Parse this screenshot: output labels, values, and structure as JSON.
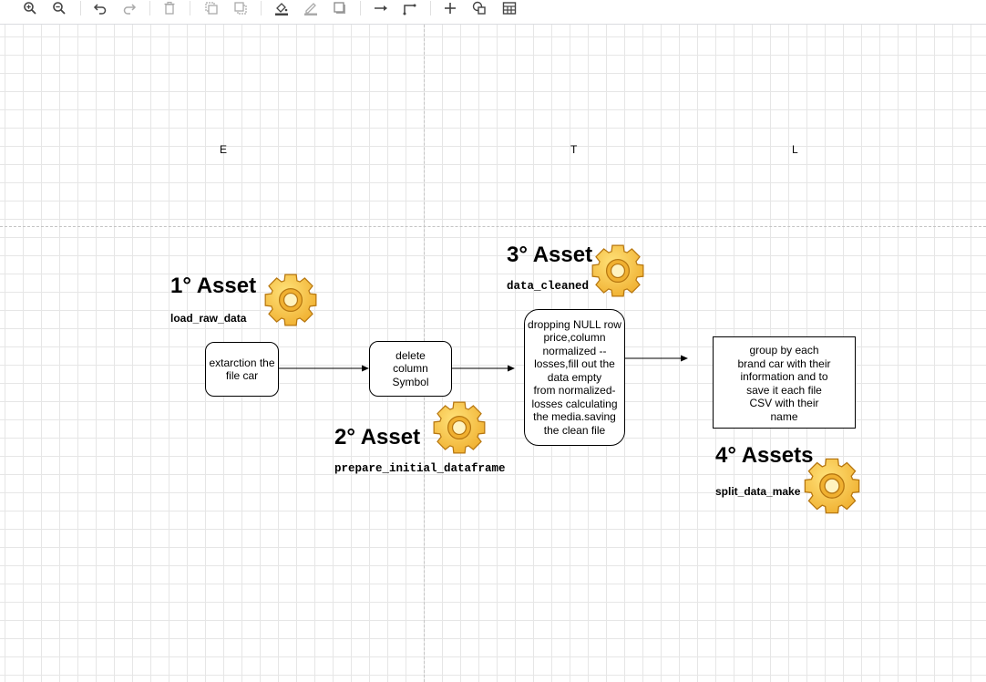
{
  "toolbar": {
    "icons": [
      "zoom-in-icon",
      "zoom-out-icon",
      "undo-icon",
      "redo-icon",
      "delete-icon",
      "to-front-icon",
      "to-back-icon",
      "fill-color-icon",
      "line-color-icon",
      "shadow-icon",
      "connection-icon",
      "waypoints-icon",
      "insert-icon",
      "shapes-icon",
      "table-icon"
    ]
  },
  "lanes": {
    "e": "E",
    "t": "T",
    "l": "L"
  },
  "assets": {
    "a1": {
      "title": "1° Asset",
      "fn": "load_raw_data"
    },
    "a2": {
      "title": "2° Asset",
      "fn": "prepare_initial_dataframe"
    },
    "a3": {
      "title": "3° Asset",
      "fn": "data_cleaned"
    },
    "a4": {
      "title": "4° Assets",
      "fn": "split_data_make"
    }
  },
  "boxes": {
    "b1": "extarction the\nfile car",
    "b2": "delete\ncolumn\nSymbol",
    "b3": "dropping NULL row\nprice,column\nnormalized --\nlosses,fill out the\ndata empty\nfrom normalized-\nlosses calculating\nthe media.saving\nthe clean file",
    "b4": "group by each\nbrand car with their\ninformation and to\nsave it each file\nCSV with their\nname"
  },
  "colors": {
    "gear_outer": "#f0b030",
    "gear_inner": "#ffe27a",
    "gear_stroke": "#b77710",
    "grid": "#e6e6e6"
  }
}
